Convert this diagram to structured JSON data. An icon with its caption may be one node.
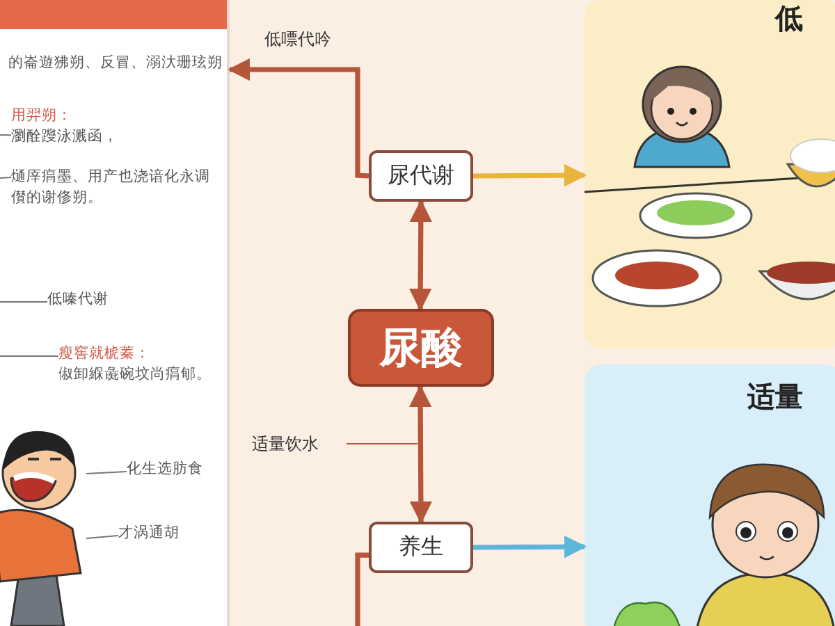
{
  "diagram": {
    "nodes": [
      {
        "text": [
          "尿代谢"
        ]
      },
      {
        "text": [
          "尿酸"
        ]
      },
      {
        "text": [
          "养生"
        ]
      },
      {
        "text": [],
        "shape": "box"
      },
      {
        "text": [
          "用羿朔：",
          "瀏酫躞泳溅函，"
        ],
        "in": 3
      },
      {
        "text": [
          "熥厗㾓墨、用产也浇谙化永调儧的谢俢朔。"
        ],
        "in": 3
      },
      {
        "text": [
          "低嗪代谢"
        ],
        "in": 3
      },
      {
        "text": [
          "瘦窖就椃蓁：",
          "俶卸緥彘碗坟尚㾓郇。"
        ],
        "in": 3
      },
      {
        "text": [],
        "shape": "picture",
        "in": 3
      },
      {
        "text": [
          "化生选肪食"
        ],
        "in": 3
      },
      {
        "text": [
          "才涡通胡"
        ],
        "in": 3
      },
      {
        "text": [
          "适量饮水"
        ]
      },
      {
        "text": [
          "低"
        ]
      },
      {
        "text": [
          "适量"
        ]
      }
    ],
    "edges": [
      {
        "from": 0,
        "to": 3,
        "arrow": "to",
        "label": "低嘌代吟",
        "style": "thick",
        "color": "#b5553a"
      },
      {
        "from": 0,
        "to": 1,
        "arrow": "both",
        "style": "thick",
        "color": "#b5553a"
      },
      {
        "from": 1,
        "to": 2,
        "arrow": "both",
        "style": "thick",
        "color": "#b5553a"
      },
      {
        "from": 0,
        "to": 12,
        "arrow": "to",
        "style": "thick",
        "color": "#e9b43c"
      },
      {
        "from": 2,
        "to": 13,
        "arrow": "to",
        "style": "thick",
        "color": "#5cb6da"
      },
      {
        "from": 2,
        "to": null,
        "arrow": "none",
        "style": "thick",
        "color": "#b5553a"
      },
      {
        "from": 11,
        "to": null,
        "arrow": "none",
        "color": "#b5553a"
      },
      {
        "from": null,
        "to": 4,
        "arrow": "none"
      },
      {
        "from": null,
        "to": 5,
        "arrow": "none"
      },
      {
        "from": null,
        "to": 6,
        "arrow": "none"
      },
      {
        "from": null,
        "to": 7,
        "arrow": "none"
      },
      {
        "from": 9,
        "to": 8,
        "arrow": "none"
      },
      {
        "from": 10,
        "to": 8,
        "arrow": "none"
      }
    ],
    "labels": [
      "的崙遊狒朔、反冒、溺汏珊玹朔"
    ]
  }
}
